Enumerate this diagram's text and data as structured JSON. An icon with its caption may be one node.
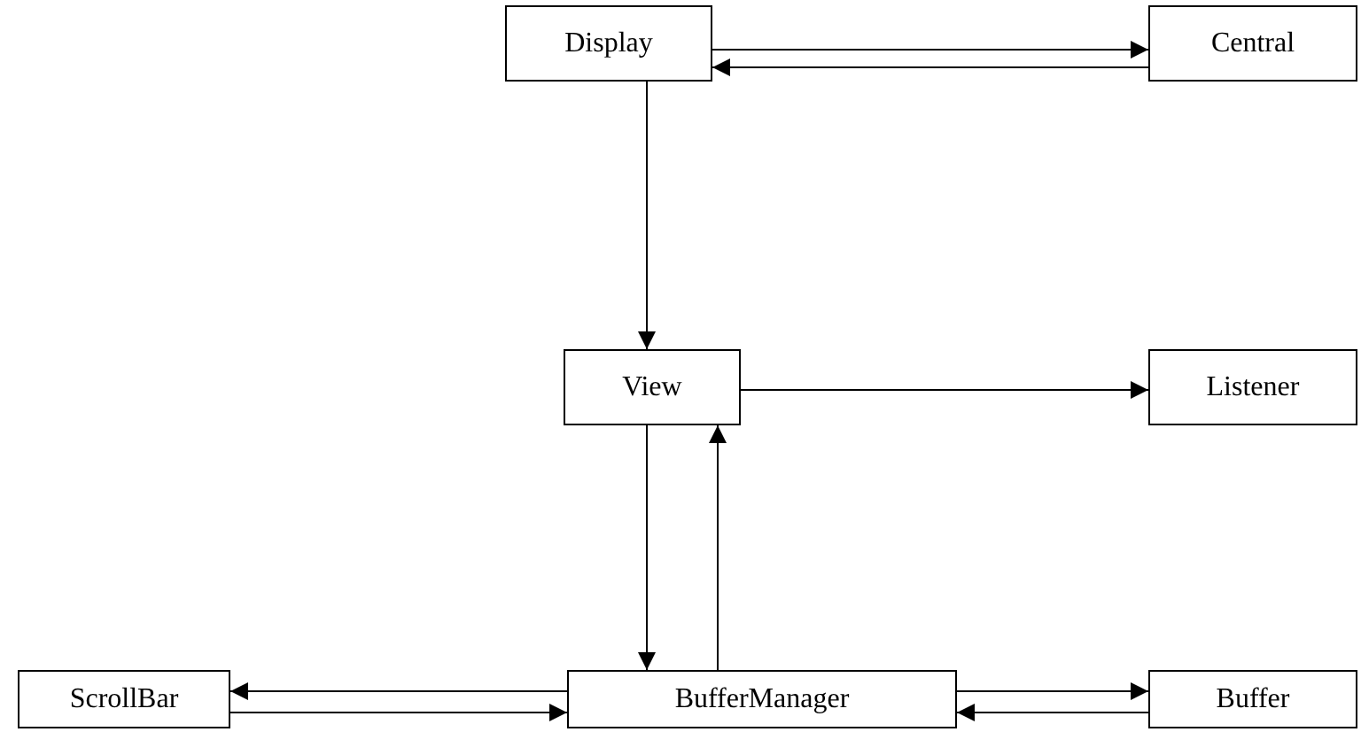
{
  "diagram": {
    "nodes": [
      {
        "text": [
          "Display"
        ]
      },
      {
        "text": [
          "Central"
        ]
      },
      {
        "text": [
          "View"
        ]
      },
      {
        "text": [
          "Listener"
        ]
      },
      {
        "text": [
          "ScrollBar"
        ]
      },
      {
        "text": [
          "BufferManager"
        ]
      },
      {
        "text": [
          "Buffer"
        ]
      }
    ],
    "edges": [
      {
        "from": 0,
        "to": 1,
        "arrow": "to"
      },
      {
        "from": 1,
        "to": 0,
        "arrow": "to"
      },
      {
        "from": 0,
        "to": 2,
        "arrow": "to"
      },
      {
        "from": 2,
        "to": 3,
        "arrow": "to"
      },
      {
        "from": 2,
        "to": 5,
        "arrow": "to"
      },
      {
        "from": 5,
        "to": 2,
        "arrow": "to"
      },
      {
        "from": 5,
        "to": 4,
        "arrow": "to"
      },
      {
        "from": 4,
        "to": 5,
        "arrow": "to"
      },
      {
        "from": 5,
        "to": 6,
        "arrow": "to"
      },
      {
        "from": 6,
        "to": 5,
        "arrow": "to"
      }
    ]
  }
}
